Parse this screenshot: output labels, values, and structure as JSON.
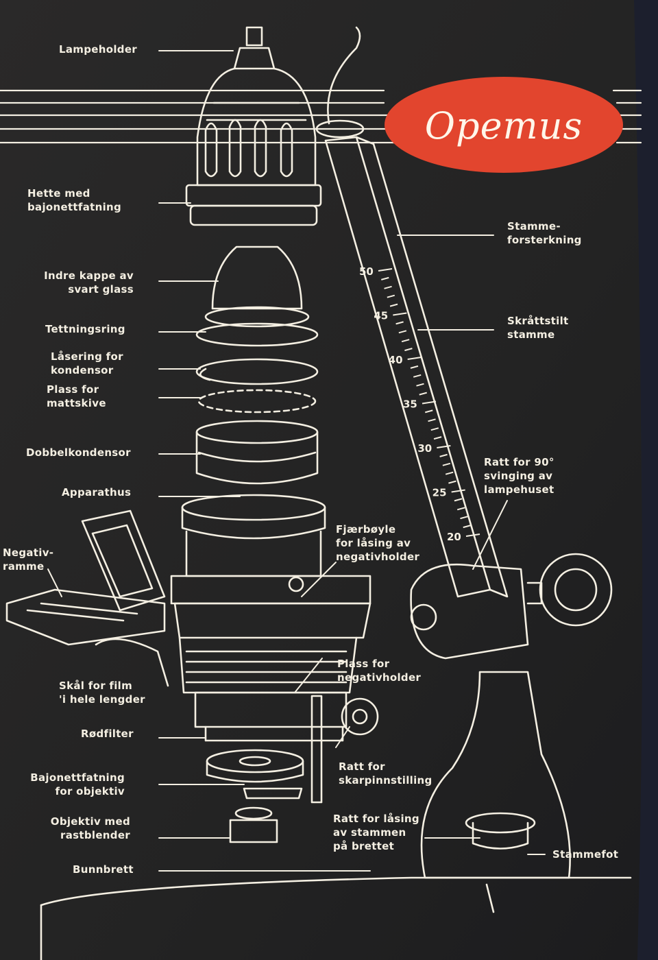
{
  "brand": {
    "name": "Opemus",
    "badge_color": "#e2452e"
  },
  "colors": {
    "background": "#252525",
    "linework": "#f4efe2"
  },
  "scale_marks": [
    "50",
    "45",
    "40",
    "35",
    "30",
    "25",
    "20"
  ],
  "labels": {
    "lampeholder": "Lampeholder",
    "hette": "Hette med\nbajonettfatning",
    "indre_kappe": "Indre kappe av\nsvart glass",
    "tetningsring": "Tettningsring",
    "laasering": "Låsering for\nkondensor",
    "plass_mattskive": "Plass for\nmattskive",
    "dobbelkondensor": "Dobbelkondensor",
    "apparathus": "Apparathus",
    "negativramme": "Negativ-\nramme",
    "skaal": "Skål for film\n'i hele lengder",
    "rodfilter": "Rødfilter",
    "bajonett_objektiv": "Bajonettfatning\nfor objektiv",
    "objektiv": "Objektiv med\nrastblender",
    "bunnbrett": "Bunnbrett",
    "stammeforsterkning": "Stamme-\nforsterkning",
    "skraattstilt": "Skråttstilt\nstamme",
    "ratt_90": "Ratt for 90°\nsvinging av\nlampehuset",
    "fjaerboyle": "Fjærbøyle\nfor låsing av\nnegativholder",
    "plass_negativholder": "Plass for\nnegativholder",
    "ratt_skarp": "Ratt for\nskarpinnstilling",
    "ratt_laasing": "Ratt for låsing\nav stammen\npå brettet",
    "stammefot": "Stammefot"
  }
}
